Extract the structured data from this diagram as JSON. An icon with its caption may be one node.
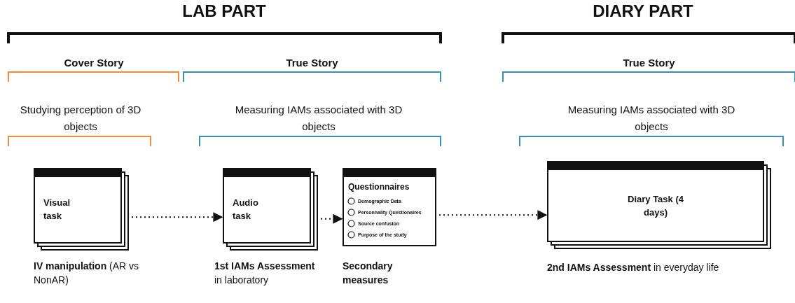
{
  "diagram": {
    "nodes": [
      {
        "text": [
          "Visual task"
        ],
        "beside": [
          "**IV manipulation** (AR vs NonAR)"
        ]
      },
      {
        "text": [
          "Audio task"
        ],
        "beside": [
          "**1st IAMs Assessment** in laboratory"
        ]
      },
      {
        "text": [
          "Questionnaires",
          "Demographic Data",
          "Personnality Questionaires",
          "Source confusion",
          "Purpose of the study"
        ],
        "beside": [
          "**Secondary measures**"
        ]
      },
      {
        "text": [
          "Diary Task (4 days)"
        ],
        "beside": [
          "**2nd IAMs Assessment** in everyday life"
        ]
      }
    ],
    "edges": [
      {
        "from": 0,
        "to": 1,
        "arrow": "to"
      },
      {
        "from": 1,
        "to": 2,
        "arrow": "to"
      },
      {
        "from": 2,
        "to": 3,
        "arrow": "to"
      }
    ],
    "labels": [
      "LAB PART",
      "DIARY PART",
      "Cover Story",
      "True Story",
      "True Story",
      "Studying perception of 3D objects",
      "Measuring IAMs associated with 3D objects",
      "Measuring IAMs associated with 3D objects"
    ]
  }
}
